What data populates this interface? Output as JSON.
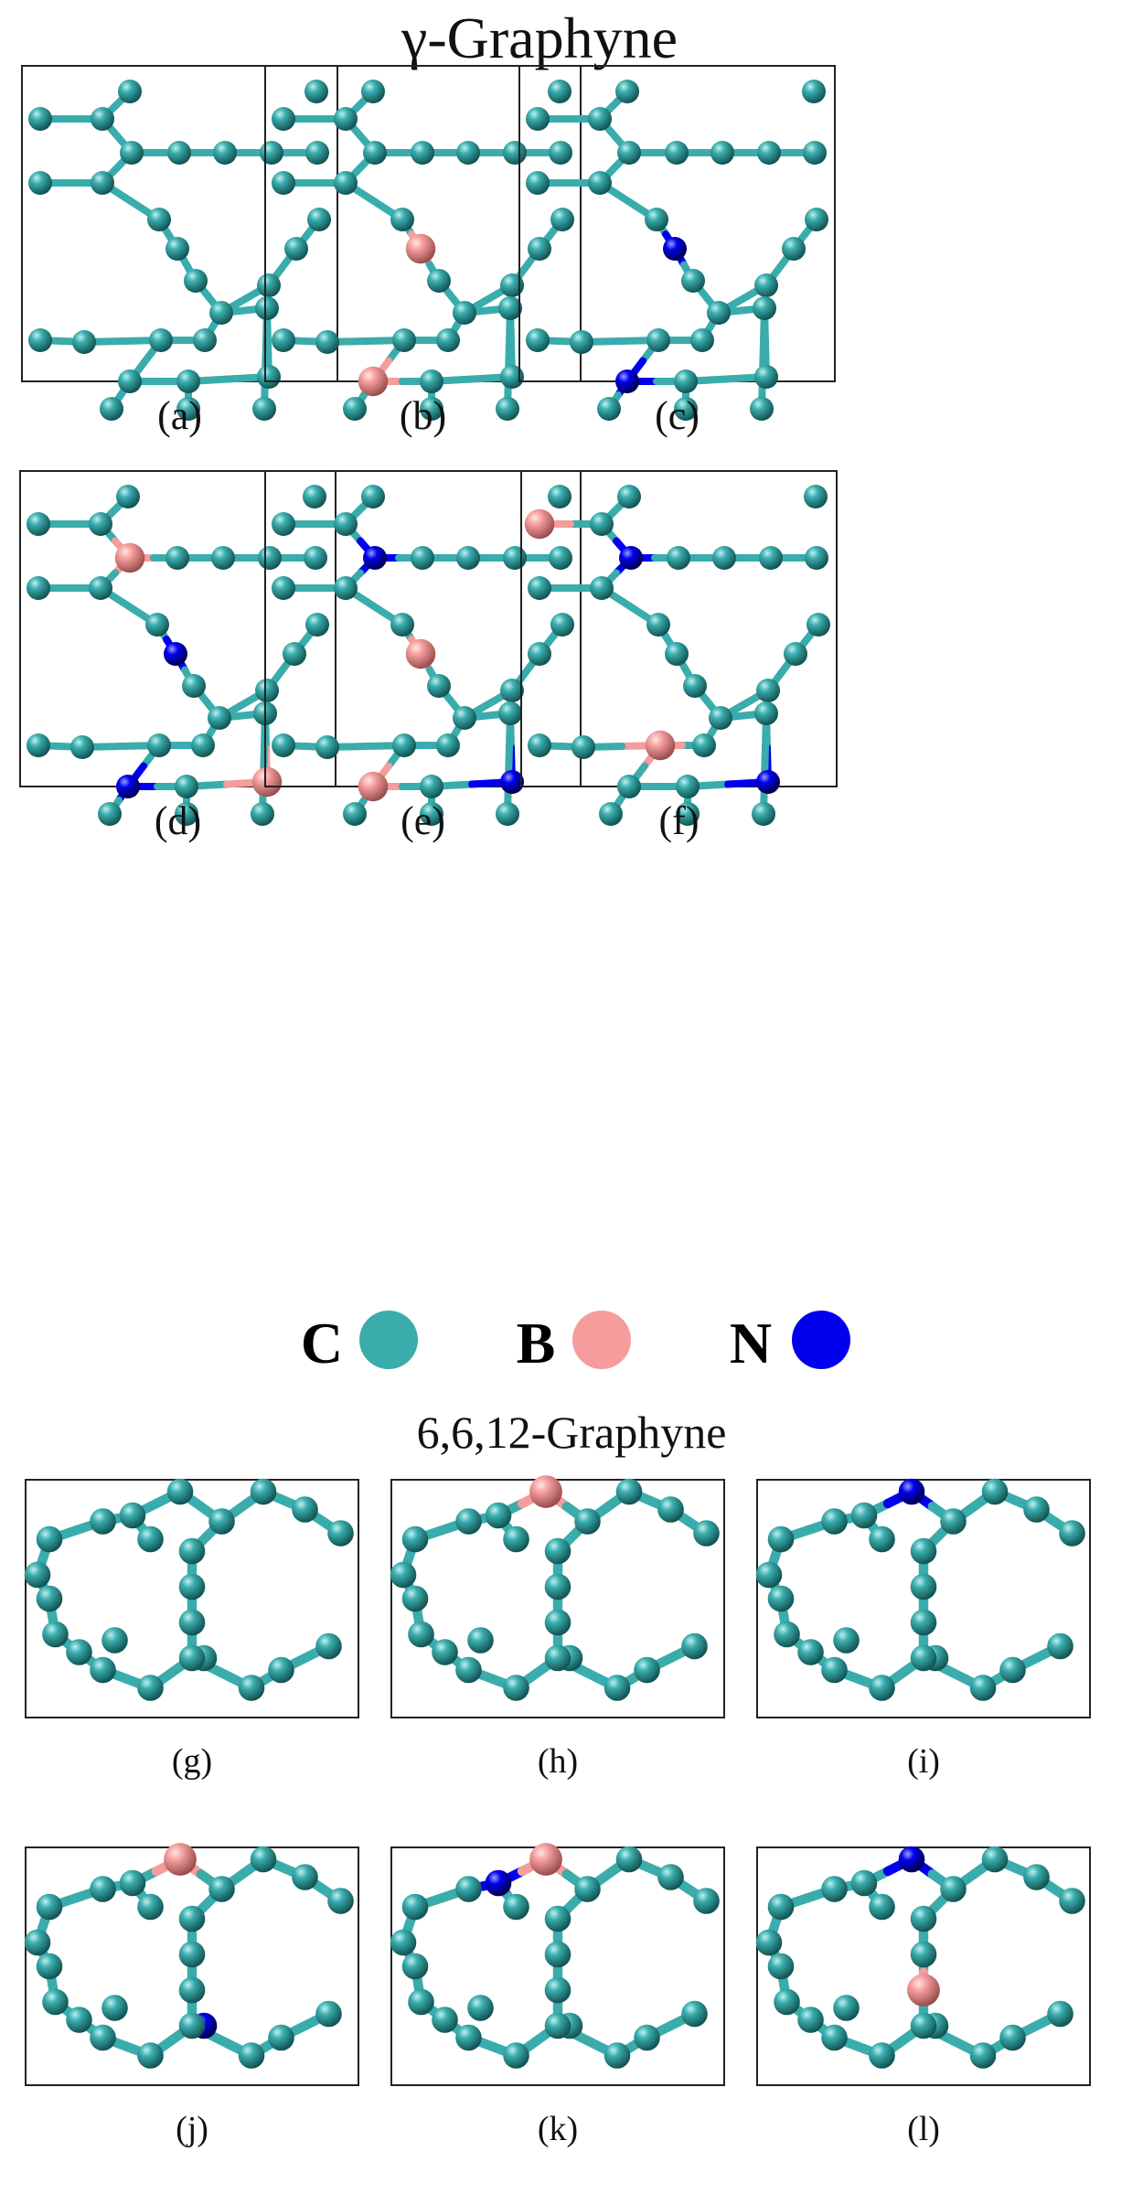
{
  "sections": {
    "top_title": "γ-Graphyne",
    "bottom_title": "6,6,12-Graphyne"
  },
  "panels": [
    {
      "label": "(a)",
      "structure": "gamma",
      "B": [],
      "N": []
    },
    {
      "label": "(b)",
      "structure": "gamma",
      "B": [
        15,
        23
      ],
      "N": []
    },
    {
      "label": "(c)",
      "structure": "gamma",
      "B": [],
      "N": [
        15,
        23
      ]
    },
    {
      "label": "(d)",
      "structure": "gamma",
      "B": [
        6,
        25
      ],
      "N": [
        15,
        23
      ]
    },
    {
      "label": "(e)",
      "structure": "gamma",
      "B": [
        15,
        23
      ],
      "N": [
        6,
        25
      ]
    },
    {
      "label": "(f)",
      "structure": "gamma",
      "B": [
        3,
        20
      ],
      "N": [
        6,
        25
      ]
    },
    {
      "label": "(g)",
      "structure": "g6612",
      "B": [],
      "N": []
    },
    {
      "label": "(h)",
      "structure": "g6612",
      "B": [
        4
      ],
      "N": []
    },
    {
      "label": "(i)",
      "structure": "g6612",
      "B": [],
      "N": [
        4
      ]
    },
    {
      "label": "(j)",
      "structure": "g6612",
      "B": [
        4
      ],
      "N": [
        13
      ]
    },
    {
      "label": "(k)",
      "structure": "g6612",
      "B": [
        4
      ],
      "N": [
        3
      ]
    },
    {
      "label": "(l)",
      "structure": "g6612",
      "B": [
        16
      ],
      "N": [
        4
      ]
    }
  ],
  "legend": [
    {
      "symbol": "C",
      "color": "#3aacac"
    },
    {
      "symbol": "B",
      "color": "#f59c9c"
    },
    {
      "symbol": "N",
      "color": "#0000ee"
    }
  ],
  "colors": {
    "C": "#3aacac",
    "B": "#f59c9c",
    "N": "#0000ee"
  }
}
